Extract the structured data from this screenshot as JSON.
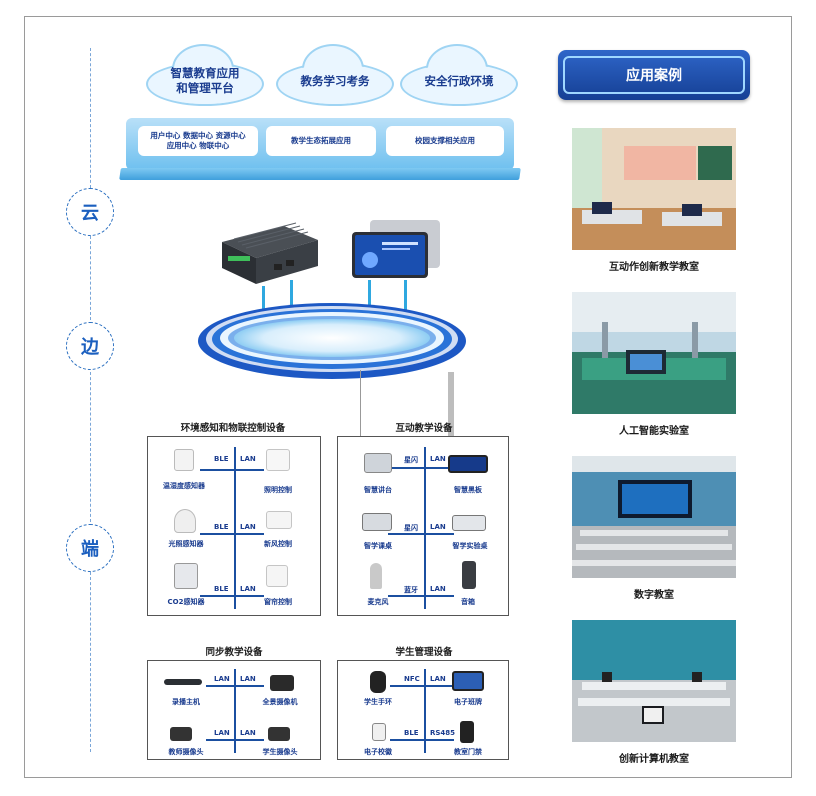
{
  "layers": {
    "cloud": "云",
    "edge": "边",
    "end": "端"
  },
  "clouds": [
    {
      "text": "智慧教育应用\n和管理平台"
    },
    {
      "text": "教务学习考务"
    },
    {
      "text": "安全行政环境"
    }
  ],
  "platform": {
    "box1_line1": "用户中心  数据中心  资源中心",
    "box1_line2": "应用中心  物联中心",
    "box2": "教学生态拓展应用",
    "box3": "校园支撑相关应用"
  },
  "sections": {
    "env": "环境感知和物联控制设备",
    "interactive": "互动教学设备",
    "sync": "同步教学设备",
    "student": "学生管理设备"
  },
  "env_devices": {
    "temp": "温湿度感知器",
    "light_ctrl": "照明控制",
    "light_sensor": "光照感知器",
    "fresh_air": "新风控制",
    "co2": "CO2感知器",
    "curtain": "窗帘控制"
  },
  "env_protocols": {
    "row1_left": "BLE",
    "row1_right": "LAN",
    "row2_left": "BLE",
    "row2_right": "LAN",
    "row3_left": "BLE",
    "row3_right": "LAN"
  },
  "interactive_devices": {
    "podium": "智慧讲台",
    "blackboard": "智慧黑板",
    "desk": "智学课桌",
    "lab_desk": "智学实验桌",
    "mic": "麦克风",
    "speaker": "音箱"
  },
  "interactive_protocols": {
    "row1_left": "星闪",
    "row1_right": "LAN",
    "row2_left": "星闪",
    "row2_right": "LAN",
    "row3_left": "蓝牙",
    "row3_right": "LAN"
  },
  "sync_devices": {
    "recorder": "录播主机",
    "panorama": "全景摄像机",
    "teacher_cam": "教师摄像头",
    "student_cam": "学生摄像头"
  },
  "sync_protocols": {
    "row1_left": "LAN",
    "row1_right": "LAN",
    "row2_left": "LAN",
    "row2_right": "LAN"
  },
  "student_devices": {
    "wristband": "学生手环",
    "class_sign": "电子班牌",
    "badge": "电子校徽",
    "door": "教室门禁"
  },
  "student_protocols": {
    "row1_left": "NFC",
    "row1_right": "LAN",
    "row2_left": "BLE",
    "row2_right": "RS485"
  },
  "cases": {
    "title": "应用案例",
    "items": [
      "互动作创新教学教室",
      "人工智能实验室",
      "数字教室",
      "创新计算机教室"
    ]
  },
  "colors": {
    "accent": "#1b5fbf",
    "deep_blue": "#153f94",
    "cloud_border": "#9fd4f3",
    "line_blue": "#1b4fa0"
  }
}
